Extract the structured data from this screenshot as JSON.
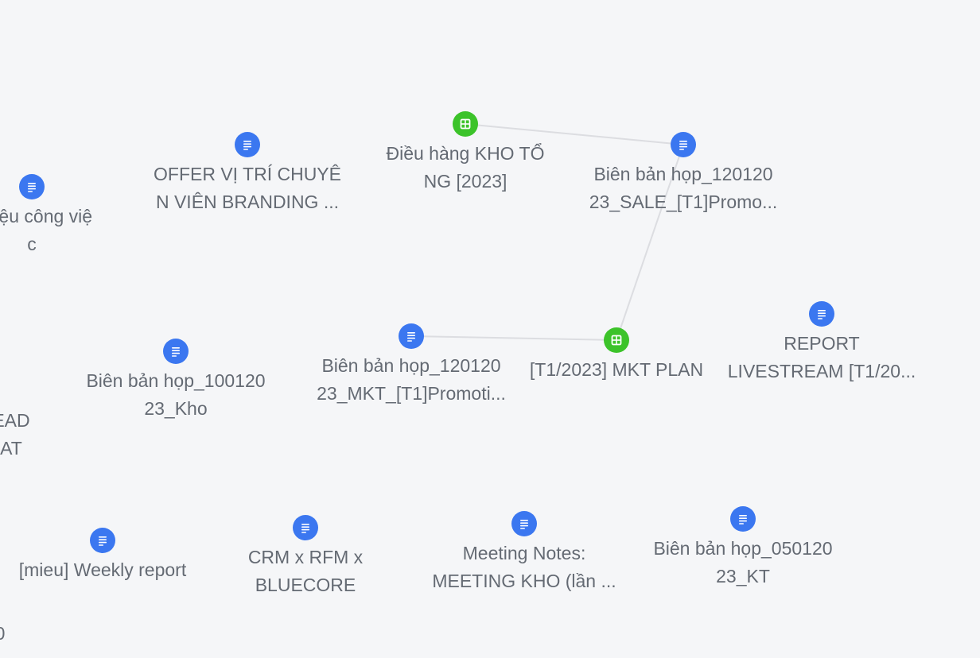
{
  "graph": {
    "nodes": [
      {
        "id": "n1",
        "type": "doc",
        "lines": [
          "ài liệu công việ",
          "c"
        ]
      },
      {
        "id": "n2",
        "type": "doc",
        "lines": [
          "OFFER VỊ TRÍ CHUYÊ",
          "N VIÊN BRANDING ..."
        ]
      },
      {
        "id": "n3",
        "type": "sheet",
        "lines": [
          "Điều hàng KHO TỔ",
          "NG [2023]"
        ]
      },
      {
        "id": "n4",
        "type": "doc",
        "lines": [
          "Biên bản họp_120120",
          "23_SALE_[T1]Promo..."
        ]
      },
      {
        "id": "n5",
        "type": "doc",
        "lines": [
          "Biên bản họp_100120",
          "23_Kho"
        ]
      },
      {
        "id": "n6",
        "type": "doc",
        "lines": [
          "Biên bản họp_120120",
          "23_MKT_[T1]Promoti..."
        ]
      },
      {
        "id": "n7",
        "type": "sheet",
        "lines": [
          "[T1/2023] MKT PLAN"
        ]
      },
      {
        "id": "n8",
        "type": "doc",
        "lines": [
          "REPORT",
          "LIVESTREAM [T1/20..."
        ]
      },
      {
        "id": "n9",
        "type": "doc",
        "lines": [
          "[mieu] Weekly report"
        ]
      },
      {
        "id": "n10",
        "type": "doc",
        "lines": [
          "CRM x RFM x",
          "BLUECORE"
        ]
      },
      {
        "id": "n11",
        "type": "doc",
        "lines": [
          "Meeting Notes:",
          "MEETING KHO (lần ..."
        ]
      },
      {
        "id": "n12",
        "type": "doc",
        "lines": [
          "Biên bản họp_050120",
          "23_KT"
        ]
      },
      {
        "id": "n13",
        "type": "partial",
        "lines": [
          "EAD",
          "AT"
        ]
      },
      {
        "id": "n14",
        "type": "partial",
        "lines": [
          "0"
        ]
      }
    ],
    "edges": [
      {
        "from": "n3",
        "to": "n4"
      },
      {
        "from": "n4",
        "to": "n7"
      },
      {
        "from": "n6",
        "to": "n7"
      }
    ]
  },
  "colors": {
    "doc_node": "#3b77f0",
    "sheet_node": "#3cc32a",
    "edge": "#dcdde1",
    "label": "#646a73",
    "background": "#f5f6f8"
  },
  "icons": {
    "doc": "document-lines-icon",
    "sheet": "spreadsheet-grid-icon"
  }
}
